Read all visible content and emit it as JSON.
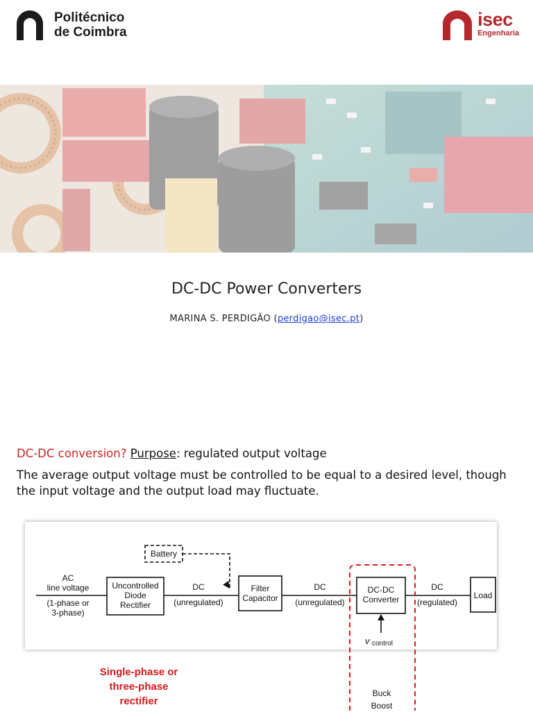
{
  "header": {
    "left_logo": {
      "line1": "Politécnico",
      "line2": "de Coimbra"
    },
    "right_logo": {
      "name": "isec",
      "sub": "Engenharia"
    }
  },
  "colors": {
    "accent_red": "#b3282d",
    "note_red": "#d7191c",
    "link_blue": "#1a3fd8"
  },
  "title": "DC-DC Power Converters",
  "author": {
    "name": "MARINA S. PERDIGÃO",
    "open": "(",
    "email": "perdigao@isec.pt",
    "close": ")"
  },
  "section": {
    "question": "DC-DC conversion?",
    "purpose_label": "Purpose",
    "purpose_text": ": regulated output voltage",
    "paragraph": "The average output voltage must be controlled to be equal to a desired level, though the input voltage and the output load may fluctuate."
  },
  "diagram": {
    "ac_label": [
      "AC",
      "line voltage"
    ],
    "phase_label": [
      "(1-phase or",
      "3-phase)"
    ],
    "battery": "Battery",
    "rectifier": [
      "Uncontrolled",
      "Diode",
      "Rectifier"
    ],
    "dc1": [
      "DC",
      "(unregulated)"
    ],
    "filter": [
      "Filter",
      "Capacitor"
    ],
    "dc2": [
      "DC",
      "(unregulated)"
    ],
    "converter": [
      "DC-DC",
      "Converter"
    ],
    "dc3": [
      "DC",
      "(regulated)"
    ],
    "load": "Load",
    "control_v": "v",
    "control_sub": "control"
  },
  "notes": {
    "rectifier_note": [
      "Single-phase or",
      "three-phase",
      "rectifier"
    ],
    "converter_types": [
      "Buck",
      "Boost"
    ]
  }
}
